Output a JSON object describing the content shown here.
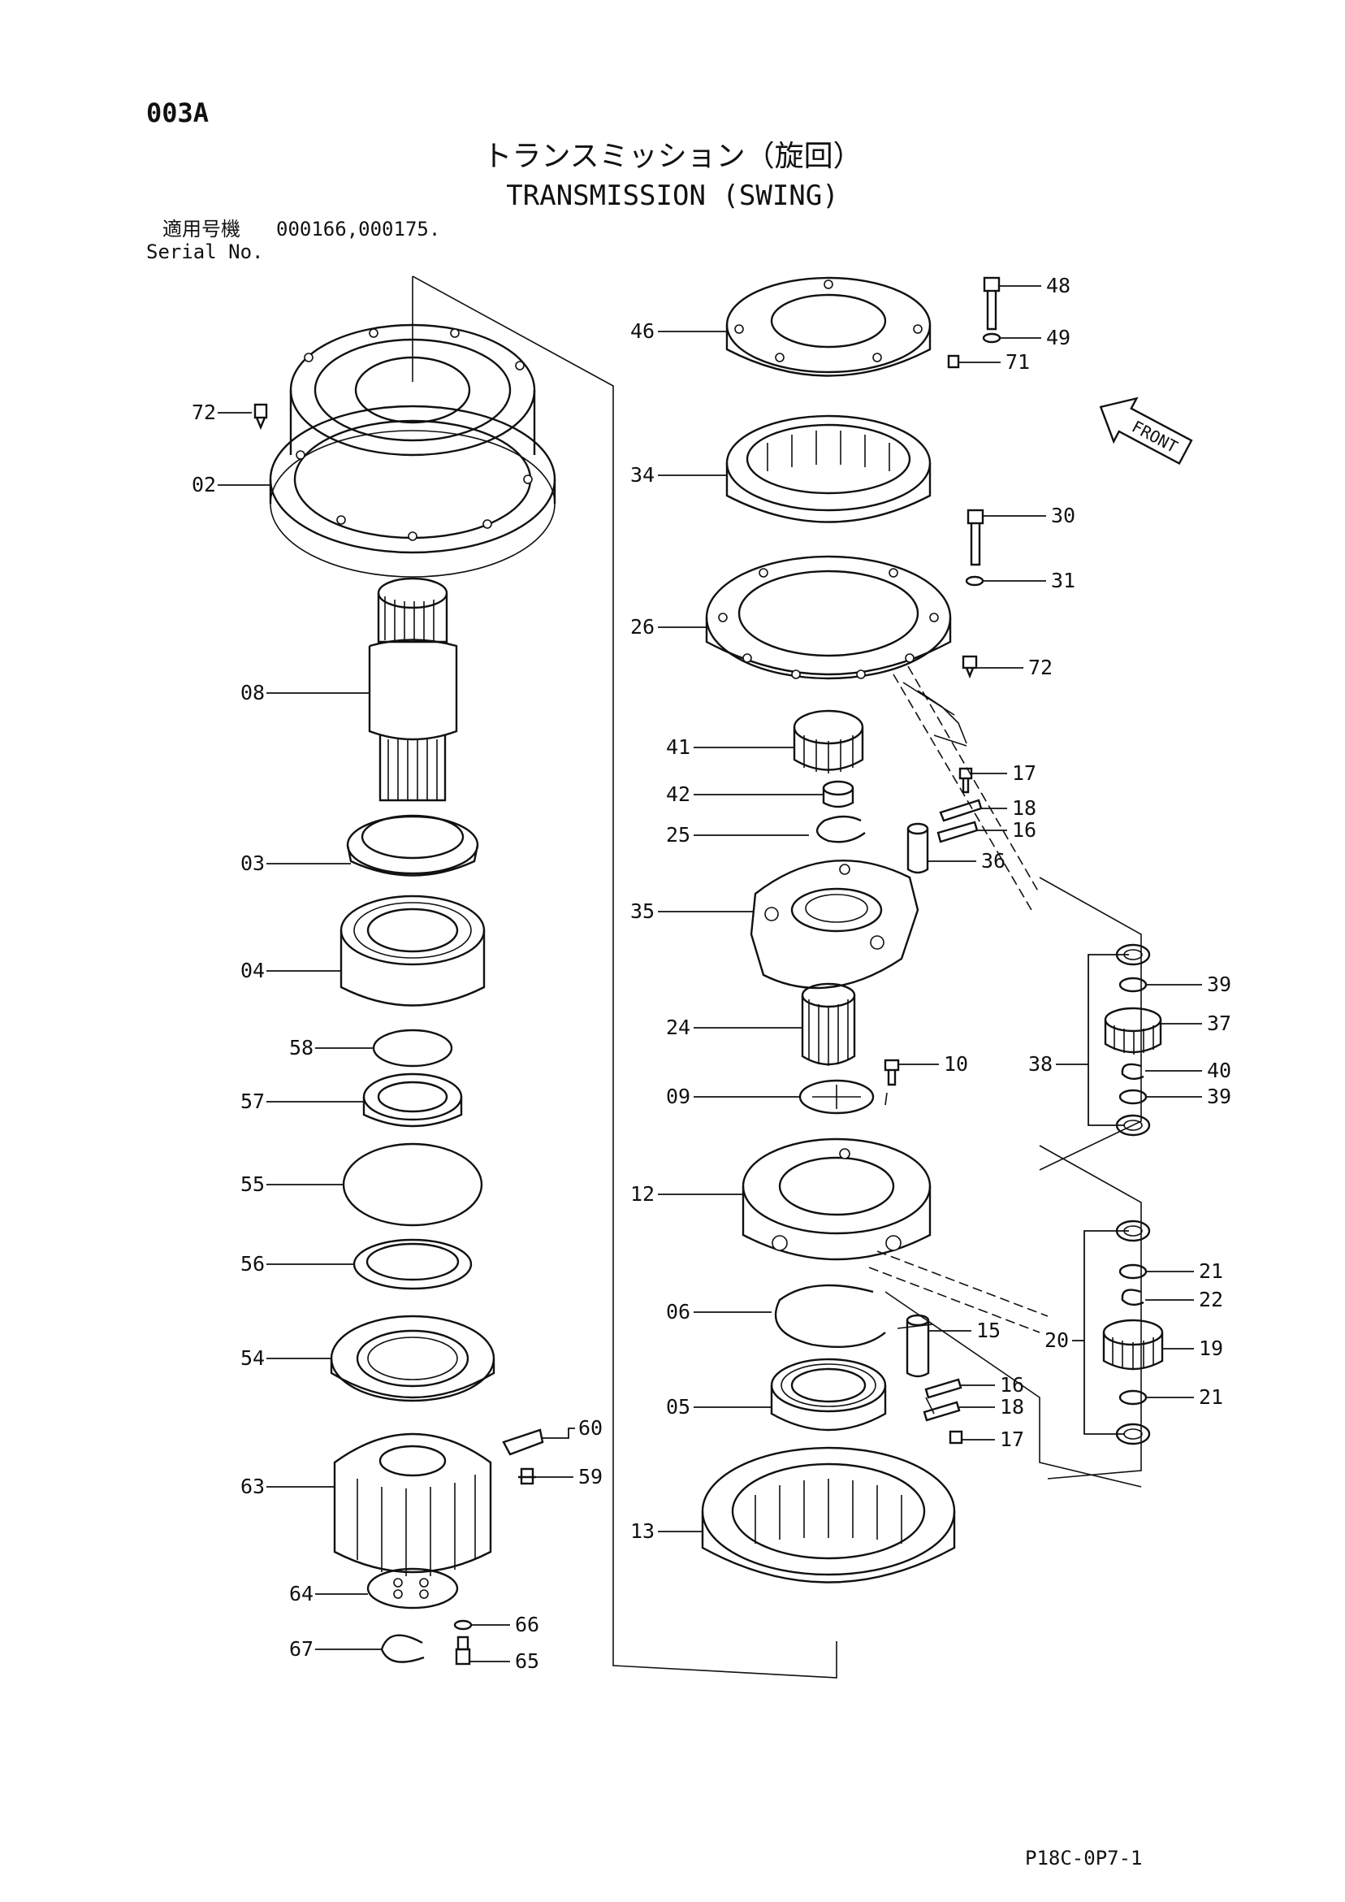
{
  "header": {
    "page_code": "003A",
    "title_jp": "トランスミッション（旋回）",
    "title_en": "TRANSMISSION (SWING)",
    "serial_label_jp": "適用号機",
    "serial_label_en": "Serial No.",
    "serial_numbers": "000166,000175."
  },
  "front_arrow": {
    "label": "FRONT"
  },
  "footer": {
    "drawing_code": "P18C-0P7-1"
  },
  "callouts": [
    "72",
    "02",
    "08",
    "03",
    "04",
    "58",
    "57",
    "55",
    "56",
    "54",
    "60",
    "59",
    "63",
    "64",
    "66",
    "67",
    "65",
    "46",
    "48",
    "49",
    "71",
    "34",
    "30",
    "31",
    "26",
    "72",
    "41",
    "17",
    "42",
    "18",
    "25",
    "16",
    "36",
    "35",
    "39",
    "37",
    "38",
    "40",
    "39",
    "24",
    "10",
    "09",
    "12",
    "21",
    "22",
    "06",
    "15",
    "20",
    "19",
    "16",
    "18",
    "05",
    "21",
    "17",
    "13"
  ]
}
